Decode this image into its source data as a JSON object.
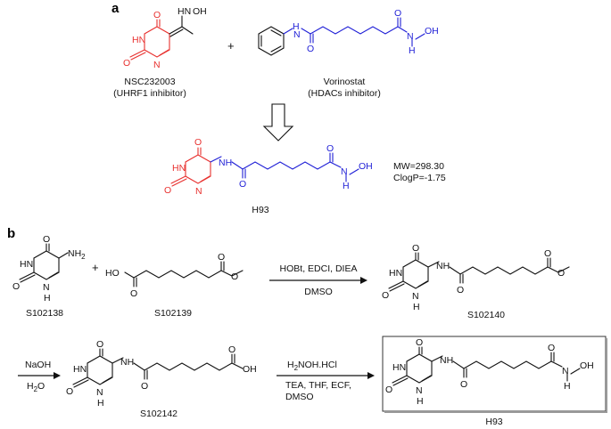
{
  "colors": {
    "fragment_uhrf1": "#e8312f",
    "fragment_hdac": "#1f1fd6",
    "black": "#111111",
    "box": "#333333"
  },
  "panels": {
    "a": "a",
    "b": "b"
  },
  "atoms": {
    "HN": "HN",
    "N": "N",
    "O": "O",
    "OH": "OH",
    "H": "H",
    "NH": "NH",
    "NH2": "NH",
    "NH2_sub": "2",
    "HO": "HO",
    "N_OH": "N–OH"
  },
  "panel_a": {
    "plus": "+",
    "compound1_name": "NSC232003",
    "compound1_note": "(UHRF1 inhibitor)",
    "compound2_name": "Vorinostat",
    "compound2_note": "(HDACs inhibitor)",
    "product_name": "H93",
    "mw": "MW=298.30",
    "clogp": "ClogP=-1.75"
  },
  "panel_b": {
    "plus": "+",
    "s1": "S102138",
    "s2": "S102139",
    "s3": "S102140",
    "s4": "S102142",
    "final": "H93",
    "step1_reagents": "HOBt, EDCI, DIEA",
    "step1_solvent": "DMSO",
    "step2_reagent": "NaOH",
    "step2_solvent_pre": "H",
    "step2_solvent_sub": "2",
    "step2_solvent_post": "O",
    "step3_reagent_pre": "H",
    "step3_reagent_sub": "2",
    "step3_reagent_post": "NOH.HCl",
    "step3_line2": "TEA, THF, ECF,",
    "step3_line3": "DMSO"
  }
}
